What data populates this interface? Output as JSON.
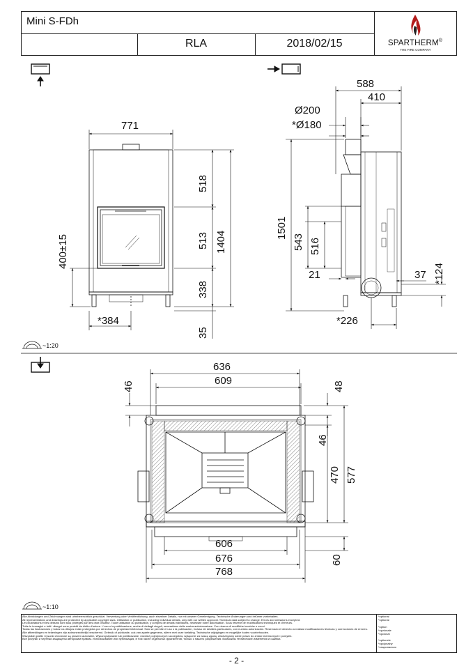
{
  "header": {
    "model": "Mini S-FDh",
    "variant": "RLA",
    "date": "2018/02/15",
    "brand": "SPARTHERM",
    "registered": "®",
    "tagline": "THE FIRE COMPANY"
  },
  "front_view": {
    "width_top": "771",
    "dim_518": "518",
    "dim_513": "513",
    "dim_1404": "1404",
    "dim_338": "338",
    "dim_35": "35",
    "dim_400": "400±15",
    "dim_384": "*384"
  },
  "side_view": {
    "dim_588": "588",
    "dim_410": "410",
    "dim_200": "Ø200",
    "dim_180": "*Ø180",
    "dim_1501": "1501",
    "dim_543": "543",
    "dim_516": "516",
    "dim_21": "21",
    "dim_37": "37",
    "dim_124": "*124",
    "dim_226": "*226"
  },
  "scale_1": "~1:20",
  "top_view": {
    "dim_636": "636",
    "dim_609": "609",
    "dim_46_left": "46",
    "dim_48": "48",
    "dim_46_right": "46",
    "dim_470": "470",
    "dim_577": "577",
    "dim_606": "606",
    "dim_676": "676",
    "dim_768": "768",
    "dim_60": "60"
  },
  "scale_2": "~1:10",
  "disclaimer": [
    "Alle Abbildungen und Zeichnungen sind urheberrechtlich geschützt. Verwertung oder Veröffentlichung, auch einzelner Details, nur mit unserer Genehmigung. Technische Änderungen und Irrtümer vorbehalten.",
    "All representations and drawings are protected by applicable copyright laws. Utilisation or publication, including individual details, only with our written approval. Technical data subject to change. Errors and omissions excepted.",
    "Les illustrations et les dessins sont tous protégés par des droit d'auteur. Toute utilisation ou publication, y compris de détails individuels, nécessite notre autorisation. Sous réserve de modifications techniques et d'erreurs.",
    "Tutte le immagini e tutti i disegni sono protetti da diritto d'autore. L'uso o la pubblicazione, anche di dettagli singoli, necessitano della nostra autorizzazione. Con riserva di modifiche tecniche e errori.",
    "Todas las ilustraciones y todos los dibujos están protegidos por derechos de propiedad intelectual. Solo se permite el uso o la publicación, incluso de detalles particulares, con nuestra autorización. Reservado el derecho a realizar modificaciones técnicas y correcciones de errores.",
    "Alle afbeeldingen en tekeningen zijn auteursrechtelijk beschermd. Gebruik of publicatie, ook van aparte gegevens, alleen met onze toelating. Technische wijzigingen en mogelijke fouten voorbehouden.",
    "Wszystkie grafiki i rysunki chronione są prawem autorskim. Wykorzystywanie lub publikowanie, również pojedynczych szczegółów, wyłącznie za naszą zgodą. Zastrzegamy sobie prawo do zmian technicznych i pomyłek.",
    "Все рисунки и чертежи защищены авторским правом. Использование или публикация, в том числе отдельных фрагментов, только с нашего разрешения. Возможны технические изменения и ошибки."
  ],
  "optional_notes": [
    "*optional",
    "*optional",
    "",
    "*option",
    "*opzionale",
    "*opcional",
    "",
    "*optionele",
    "*opcjonalny",
    "*опционально"
  ],
  "page_number": "- 2 -"
}
